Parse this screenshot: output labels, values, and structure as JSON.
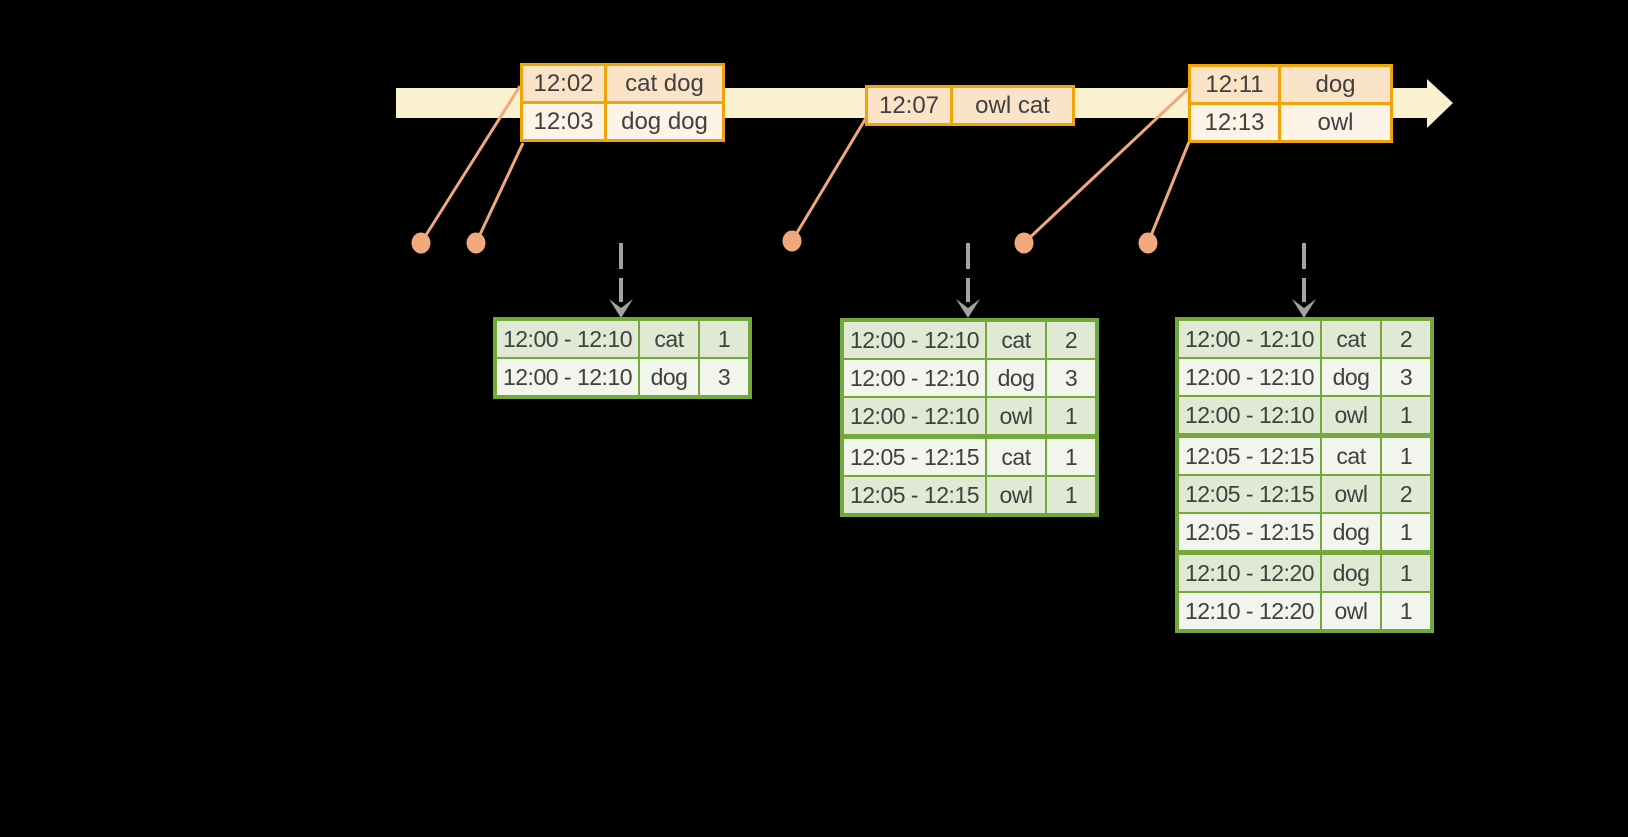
{
  "diagram": {
    "description": "windowed-grouped-aggregation-stream-diagram",
    "colors": {
      "background": "#000000",
      "timeline_fill": "#FCF1CE",
      "event_border": "#F0A40A",
      "event_row_dark": "#FBE3C7",
      "event_row_light": "#FDF3E6",
      "connector": "#F0A87C",
      "trigger_gray": "#A3A3A3",
      "result_border": "#74A83D",
      "result_row_dark": "#DFE9D3",
      "result_row_light": "#F1F5EC",
      "text": "#404040"
    },
    "icons": {
      "timeline": "right-arrow-band",
      "event_marker": "salmon-dot",
      "trigger": "dashed-down-arrow"
    },
    "event_stream": {
      "tables": [
        {
          "rows": [
            [
              "12:02",
              "cat dog"
            ],
            [
              "12:03",
              "dog dog"
            ]
          ]
        },
        {
          "rows": [
            [
              "12:07",
              "owl cat"
            ]
          ]
        },
        {
          "rows": [
            [
              "12:11",
              "dog"
            ],
            [
              "12:13",
              "owl"
            ]
          ]
        }
      ]
    },
    "result_tables": [
      {
        "rows": [
          [
            "12:00 - 12:10",
            "cat",
            "1"
          ],
          [
            "12:00 - 12:10",
            "dog",
            "3"
          ]
        ]
      },
      {
        "rows": [
          [
            "12:00 - 12:10",
            "cat",
            "2"
          ],
          [
            "12:00 - 12:10",
            "dog",
            "3"
          ],
          [
            "12:00 - 12:10",
            "owl",
            "1"
          ],
          [
            "12:05 - 12:15",
            "cat",
            "1"
          ],
          [
            "12:05 - 12:15",
            "owl",
            "1"
          ]
        ]
      },
      {
        "rows": [
          [
            "12:00 - 12:10",
            "cat",
            "2"
          ],
          [
            "12:00 - 12:10",
            "dog",
            "3"
          ],
          [
            "12:00 - 12:10",
            "owl",
            "1"
          ],
          [
            "12:05 - 12:15",
            "cat",
            "1"
          ],
          [
            "12:05 - 12:15",
            "owl",
            "2"
          ],
          [
            "12:05 - 12:15",
            "dog",
            "1"
          ],
          [
            "12:10 - 12:20",
            "dog",
            "1"
          ],
          [
            "12:10 - 12:20",
            "owl",
            "1"
          ]
        ]
      }
    ]
  }
}
